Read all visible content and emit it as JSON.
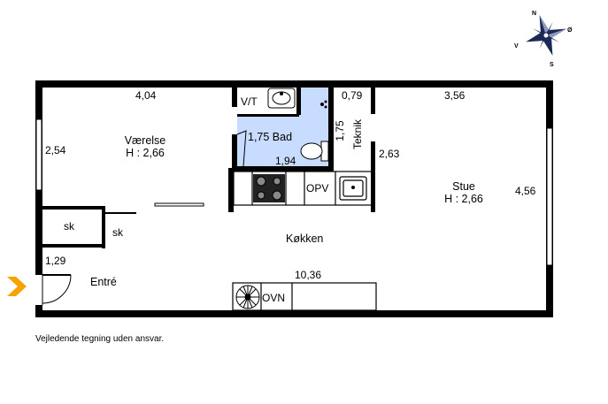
{
  "compass": {
    "north": "N",
    "east": "Ø",
    "south": "S",
    "west": "V"
  },
  "rooms": {
    "vaerelse": {
      "name": "Værelse",
      "height": "H : 2,66"
    },
    "stue": {
      "name": "Stue",
      "height": "H : 2,66"
    },
    "bad": {
      "name": "1,75 Bad"
    },
    "teknik": {
      "name": "Teknik"
    },
    "koekken": {
      "name": "Køkken"
    },
    "entre": {
      "name": "Entré"
    }
  },
  "labels": {
    "vt": "V/T",
    "opv": "OPV",
    "ovn": "OVN",
    "sk1": "sk",
    "sk2": "sk"
  },
  "dimensions": {
    "vaerelse_width": "4,04",
    "vaerelse_depth": "2,54",
    "bad_width": "1,94",
    "teknik_depth": "1,75",
    "teknik_width": "0,79",
    "stue_width": "3,56",
    "stue_sub": "2,63",
    "stue_depth": "4,56",
    "entre_width": "1,29",
    "total_length": "10,36"
  },
  "footnote": "Vejledende tegning uden ansvar.",
  "colors": {
    "wall": "#000000",
    "bathroom": "#c8dcff",
    "entry_arrow": "#f5a300",
    "compass": "#1a2a55"
  }
}
